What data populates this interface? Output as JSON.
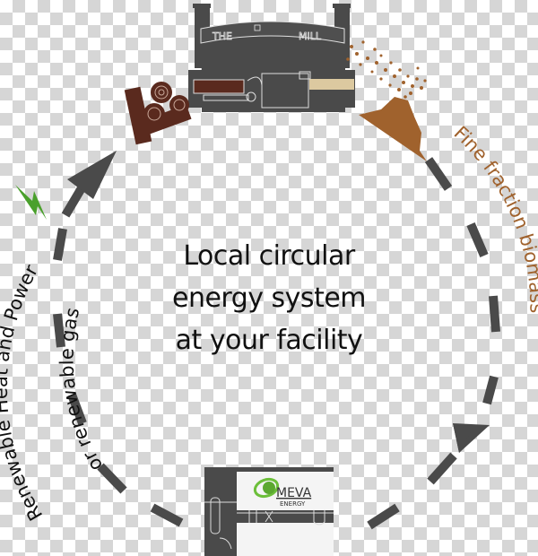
{
  "title": "Local circular energy system at your facility",
  "center_lines": [
    "Local circular",
    "energy system",
    "at your facility"
  ],
  "nodes": {
    "mill": {
      "sign_left": "THE",
      "sign_right": "MILL"
    },
    "plant": {
      "brand": "MEVA",
      "brand_sub": "ENERGY"
    }
  },
  "labels": {
    "fine_fraction": "Fine fraction biomass",
    "heat_power": "Renewable Heat and Power",
    "renewable_gas": "or renewable gas"
  },
  "colors": {
    "dash": "#4a4a4a",
    "biomass": "#a0622d",
    "wood": "#5a2a1e",
    "machine": "#4a4a4a",
    "bolt": "#4aa02c",
    "meva_green": "#6cbf3a"
  }
}
